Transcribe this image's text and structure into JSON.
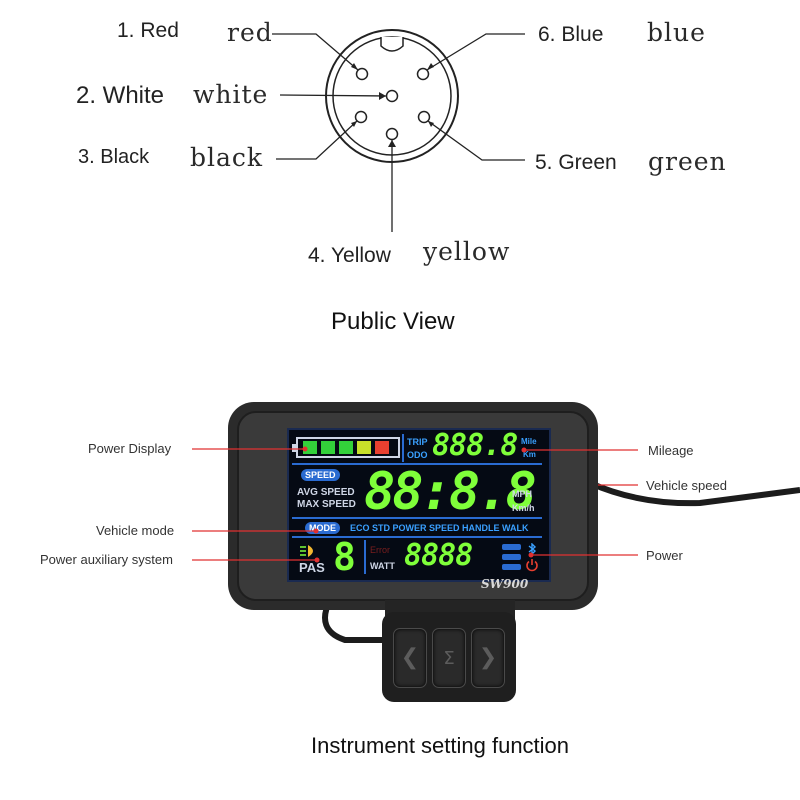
{
  "connector": {
    "pins": [
      {
        "label": "1. Red",
        "color_word": "red"
      },
      {
        "label": "2. White",
        "color_word": "white"
      },
      {
        "label": "3. Black",
        "color_word": "black"
      },
      {
        "label": "4. Yellow",
        "color_word": "yellow"
      },
      {
        "label": "5. Green",
        "color_word": "green"
      },
      {
        "label": "6. Blue",
        "color_word": "blue"
      }
    ],
    "caption": "Public View"
  },
  "display": {
    "brand": "SW900",
    "trip": "TRIP",
    "odo": "ODO",
    "mileage_digits": "888.8",
    "mile": "Mile",
    "km": "Km",
    "speed_badge": "SPEED",
    "avg_speed": "AVG SPEED",
    "max_speed": "MAX SPEED",
    "speed_digits": "88:8.8",
    "mph": "MPH",
    "kmh": "Km/h",
    "mode_badge": "MODE",
    "modes": "ECO STD POWER SPEED HANDLE WALK",
    "pas": "PAS",
    "pas_digit": "8",
    "error": "Error",
    "watt": "WATT",
    "watt_digits": "8888",
    "battery_colors": [
      "#33d13a",
      "#33d13a",
      "#33d13a",
      "#c8e02a",
      "#e84030"
    ]
  },
  "callouts": {
    "power_display": "Power Display",
    "vehicle_mode": "Vehicle mode",
    "power_aux": "Power auxiliary system",
    "mileage": "Mileage",
    "vehicle_speed": "Vehicle speed",
    "power": "Power"
  },
  "buttons": {
    "left_icon": "chevron-left-icon",
    "menu_icon": "m-icon",
    "right_icon": "chevron-right-icon"
  },
  "bottom_caption": "Instrument setting function",
  "colors": {
    "callout_line": "#e03030",
    "lcd_bg": "#050a14",
    "segment_green": "#7fff3a",
    "lcd_blue": "#3aa0ff"
  }
}
